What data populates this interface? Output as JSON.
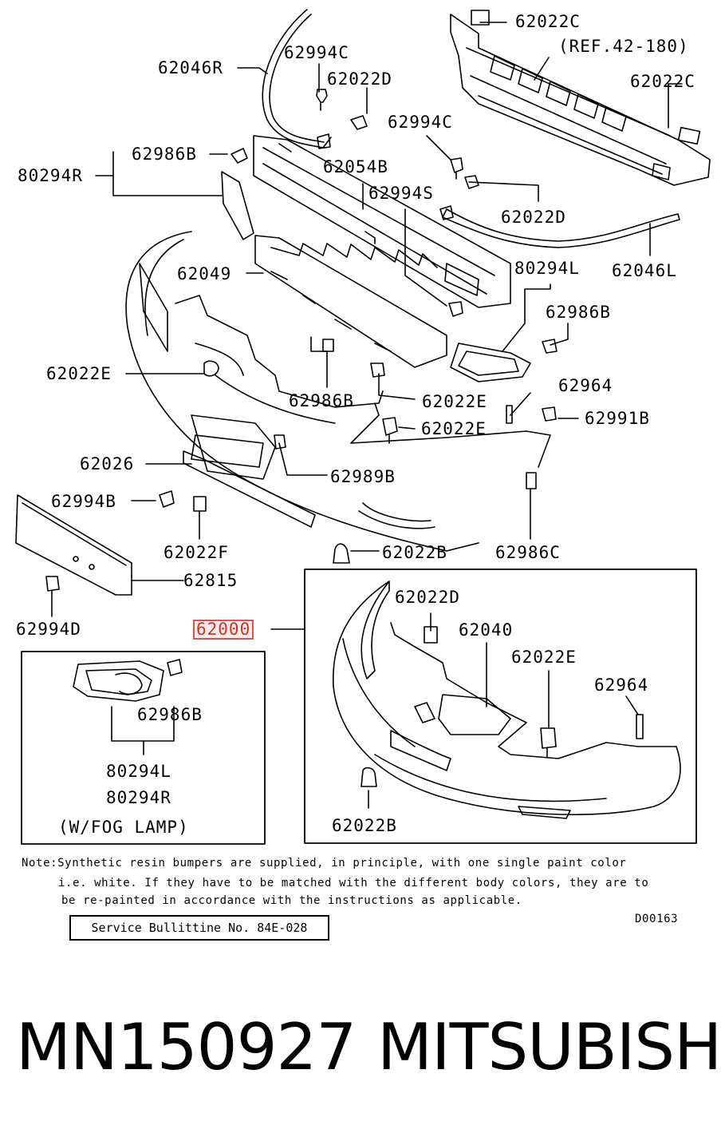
{
  "labels": {
    "l62022C_top": "62022C",
    "ref": "(REF.42-180)",
    "l62022C_right": "62022C",
    "l62046R": "62046R",
    "l62994C_a": "62994C",
    "l62022D_a": "62022D",
    "l62994C_b": "62994C",
    "l62986B_a": "62986B",
    "l80294R_a": "80294R",
    "l62054B": "62054B",
    "l62994S": "62994S",
    "l62022D_b": "62022D",
    "l62049": "62049",
    "l80294L_a": "80294L",
    "l62046L": "62046L",
    "l62986B_b": "62986B",
    "l62022E_a": "62022E",
    "l62986B_c": "62986B",
    "l62022E_b": "62022E",
    "l62964_a": "62964",
    "l62991B": "62991B",
    "l62022E_c": "62022E",
    "l62026": "62026",
    "l62989B": "62989B",
    "l62994B": "62994B",
    "l62022F": "62022F",
    "l62022B_a": "62022B",
    "l62986C": "62986C",
    "l62815": "62815",
    "l62994D": "62994D",
    "l62000": "62000",
    "l62022D_c": "62022D",
    "l62040": "62040",
    "l62022E_d": "62022E",
    "l62964_b": "62964",
    "l62986B_d": "62986B",
    "l80294L_b": "80294L",
    "l80294R_b": "80294R",
    "fog": "(W/FOG LAMP)",
    "l62022B_b": "62022B"
  },
  "note": {
    "line1": "Note:Synthetic resin bumpers are supplied, in principle, with one single paint color",
    "line2": "i.e. white. If they have to be matched with the different body colors, they are to",
    "line3": "be re-painted in accordance with the instructions as applicable.",
    "code": "D00163"
  },
  "bulletin": "Service Bullittine No. 84E-028",
  "footer": {
    "part_number": "MN150927",
    "brand": "MITSUBISHI"
  },
  "colors": {
    "line": "#000000",
    "highlight": "#d9534f"
  }
}
